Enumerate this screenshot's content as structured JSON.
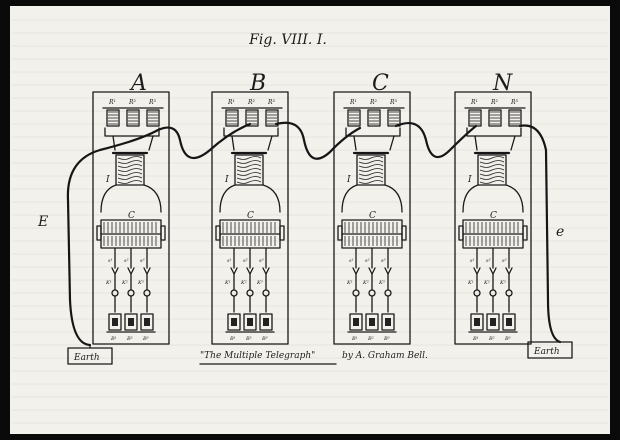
{
  "figure_title": "Fig. VIII. I.",
  "stations": [
    {
      "letter": "A",
      "relays": [
        "R¹",
        "R²",
        "R³"
      ],
      "electromagnet": "I",
      "comb": "C",
      "reeds": [
        "s¹",
        "s²",
        "s³"
      ],
      "keys": [
        "K¹",
        "K²",
        "K³"
      ],
      "batteries": [
        "B¹",
        "B²",
        "B³"
      ]
    },
    {
      "letter": "B",
      "relays": [
        "R¹",
        "R²",
        "R³"
      ],
      "electromagnet": "I",
      "comb": "C",
      "reeds": [
        "s¹",
        "s²",
        "s³"
      ],
      "keys": [
        "K¹",
        "K²",
        "K³"
      ],
      "batteries": [
        "B¹",
        "B²",
        "B³"
      ]
    },
    {
      "letter": "C",
      "relays": [
        "R¹",
        "R²",
        "R³"
      ],
      "electromagnet": "I",
      "comb": "C",
      "reeds": [
        "s¹",
        "s²",
        "s³"
      ],
      "keys": [
        "K¹",
        "K²",
        "K³"
      ],
      "batteries": [
        "B¹",
        "B²",
        "B³"
      ]
    },
    {
      "letter": "N",
      "relays": [
        "R¹",
        "R²",
        "R³"
      ],
      "electromagnet": "I",
      "comb": "C",
      "reeds": [
        "s¹",
        "s²",
        "s³"
      ],
      "keys": [
        "K¹",
        "K²",
        "K³"
      ],
      "batteries": [
        "B¹",
        "B²",
        "B³"
      ]
    }
  ],
  "left_label": "E",
  "right_label": "e",
  "earth_left": "Earth",
  "earth_right": "Earth",
  "caption": "\"The Multiple Telegraph\"",
  "author": "by A. Graham Bell.",
  "colors": {
    "paper": "#f3f1ec",
    "ink": "#1a1a1a",
    "border": "#0a0a0a"
  }
}
